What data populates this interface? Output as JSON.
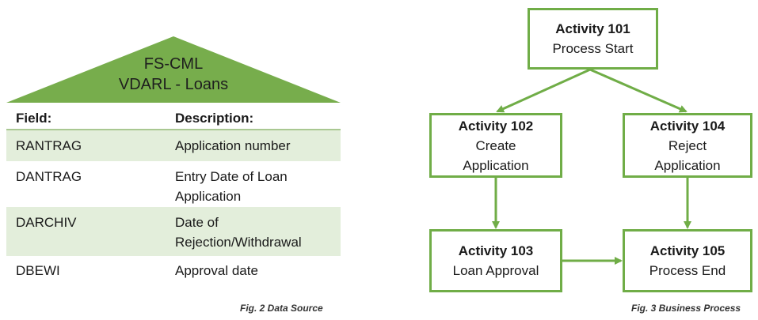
{
  "data_source": {
    "title_line1": "FS-CML",
    "title_line2": "VDARL - Loans",
    "header": {
      "field": "Field:",
      "description": "Description:"
    },
    "rows": [
      {
        "field": "RANTRAG",
        "description": "Application number"
      },
      {
        "field": "DANTRAG",
        "description": "Entry Date of Loan\nApplication"
      },
      {
        "field": "DARCHIV",
        "description": "Date of\nRejection/Withdrawal"
      },
      {
        "field": "DBEWI",
        "description": "Approval date"
      }
    ],
    "caption": "Fig. 2 Data Source"
  },
  "business_process": {
    "nodes": [
      {
        "id": "101",
        "title": "Activity 101",
        "desc": "Process Start"
      },
      {
        "id": "102",
        "title": "Activity 102",
        "desc": "Create\nApplication"
      },
      {
        "id": "104",
        "title": "Activity 104",
        "desc": "Reject\nApplication"
      },
      {
        "id": "103",
        "title": "Activity 103",
        "desc": "Loan Approval"
      },
      {
        "id": "105",
        "title": "Activity 105",
        "desc": "Process End"
      }
    ],
    "edges": [
      {
        "from": "101",
        "to": "102"
      },
      {
        "from": "101",
        "to": "104"
      },
      {
        "from": "102",
        "to": "103"
      },
      {
        "from": "104",
        "to": "105"
      },
      {
        "from": "103",
        "to": "105"
      }
    ],
    "caption": "Fig. 3 Business Process"
  },
  "colors": {
    "accent": "#70ad47",
    "shade": "#e3eedb",
    "roof": "#77ad4c"
  }
}
